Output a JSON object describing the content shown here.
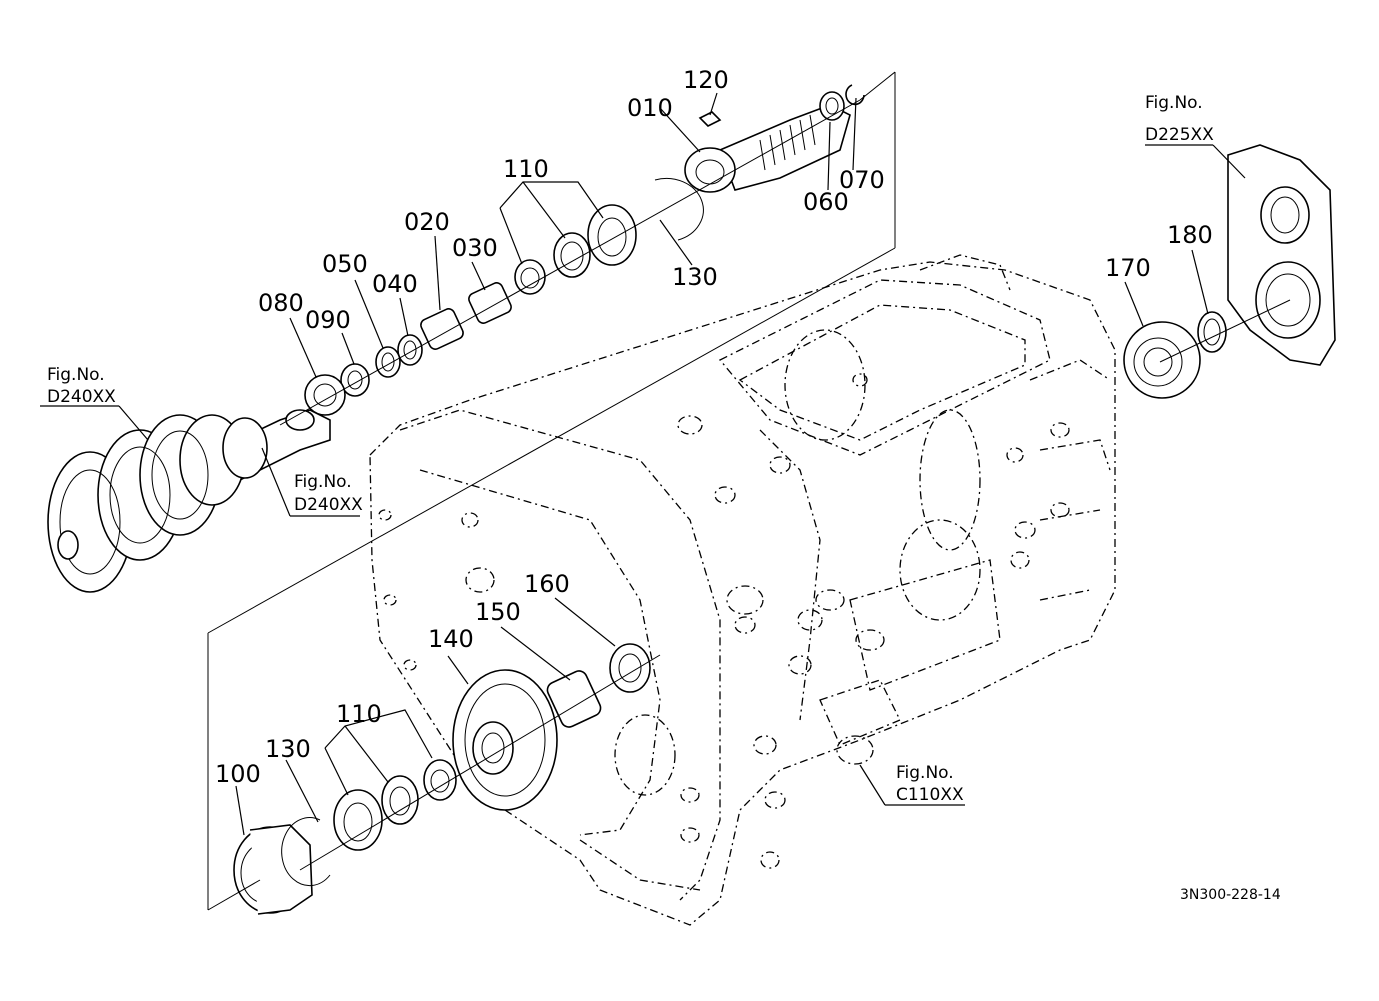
{
  "parts": {
    "p010": "010",
    "p020": "020",
    "p030": "030",
    "p040": "040",
    "p050": "050",
    "p060": "060",
    "p070": "070",
    "p080": "080",
    "p090": "090",
    "p100": "100",
    "p110_top": "110",
    "p110_bottom": "110",
    "p120": "120",
    "p130_top": "130",
    "p130_bottom": "130",
    "p140": "140",
    "p150": "150",
    "p160": "160",
    "p170": "170",
    "p180": "180"
  },
  "references": {
    "d225": {
      "prefix": "Fig.No.",
      "code": "D225XX"
    },
    "d240_left": {
      "prefix": "Fig.No.",
      "code": "D240XX"
    },
    "d240_mid": {
      "prefix": "Fig.No.",
      "code": "D240XX"
    },
    "c110": {
      "prefix": "Fig.No.",
      "code": "C110XX"
    }
  },
  "drawing_code": "3N300-228-14"
}
